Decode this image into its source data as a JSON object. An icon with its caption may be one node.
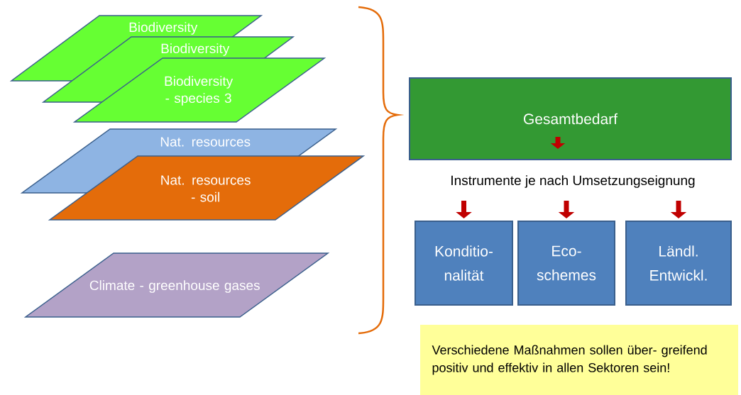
{
  "diagram": {
    "nodes": [
      {
        "text": [
          "Biodiversity"
        ]
      },
      {
        "text": [
          "Biodiversity"
        ]
      },
      {
        "text": [
          "Biodiversity - species 3"
        ]
      },
      {
        "text": [
          "Nat. resources"
        ]
      },
      {
        "text": [
          "Nat. resources - soil"
        ]
      },
      {
        "text": [
          "Climate - greenhouse gases"
        ]
      },
      {
        "text": [
          "Gesamtbedarf"
        ]
      },
      {
        "text": [
          "Konditio- nalität"
        ]
      },
      {
        "text": [
          "Eco- schemes"
        ]
      },
      {
        "text": [
          "Ländl. Entwickl."
        ]
      },
      {
        "text": [
          "Verschiedene Maßnahmen sollen über- greifend positiv und effektiv in allen Sektoren sein!"
        ]
      }
    ],
    "edges": [
      {
        "from": null,
        "to": 7,
        "arrow": "to"
      },
      {
        "from": null,
        "to": 8,
        "arrow": "to"
      },
      {
        "from": null,
        "to": 9,
        "arrow": "to"
      }
    ],
    "labels": [
      "Instrumente je nach Umsetzungseignung"
    ]
  }
}
